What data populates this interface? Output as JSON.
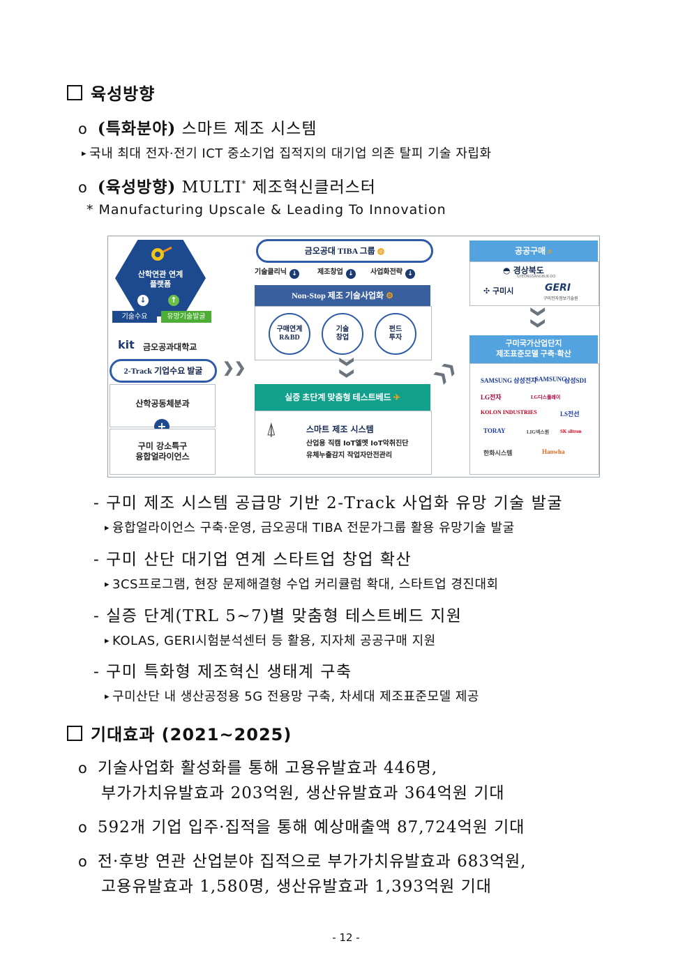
{
  "sections": {
    "direction_title": "육성방향",
    "effects_title": "기대효과 (2021~2025)"
  },
  "direction": {
    "field": {
      "label": "(특화분야)",
      "text": " 스마트 제조 시스템",
      "sub": "국내 최대 전자·전기 ICT 중소기업 집적지의 대기업 의존 탈피 기술 자립화"
    },
    "growth": {
      "label": "(육성방향)",
      "text": " MULTI",
      "sup": "*",
      "text2": " 제조혁신클러스터",
      "note": "* Manufacturing Upscale & Leading To Innovation"
    },
    "items": [
      {
        "dash": "- 구미 제조 시스템 공급망 기반 2-Track 사업화 유망 기술 발굴",
        "sub": "융합얼라이언스 구축·운영, 금오공대 TIBA 전문가그룹 활용 유망기술 발굴"
      },
      {
        "dash": "- 구미 산단 대기업 연계 스타트업 창업 확산",
        "sub": "3CS프로그램, 현장 문제해결형 수업 커리큘럼 확대, 스타트업 경진대회"
      },
      {
        "dash": "- 실증 단계(TRL 5~7)별 맞춤형 테스트베드 지원",
        "sub": "KOLAS, GERI시험분석센터 등 활용, 지자체 공공구매 지원"
      },
      {
        "dash": "- 구미 특화형 제조혁신 생태계 구축",
        "sub": "구미산단 내 생산공정용 5G 전용망 구축, 차세대 제조표준모델 제공"
      }
    ]
  },
  "diagram": {
    "hex_label_1": "산학연관 연계",
    "hex_label_2": "플랫폼",
    "tag_demand": "기술수요",
    "tag_promising": "유망기술발굴",
    "kit_logo": "kit",
    "kit_name": "금오공과대학교",
    "two_track": "2-Track 기업수요 발굴",
    "box_top": "산학공동체분과",
    "box_bottom_1": "구미 강소특구",
    "box_bottom_2": "융합얼라이언스",
    "tiba": "금오공대 TIBA 그룹",
    "steps": [
      "기술클리닉",
      "제조창업",
      "사업화전략"
    ],
    "nonstop": "Non-Stop 제조 기술사업화",
    "circles": [
      {
        "l1": "구매연계",
        "l2": "R&BD"
      },
      {
        "l1": "기술",
        "l2": "창업"
      },
      {
        "l1": "펀드",
        "l2": "투자"
      }
    ],
    "testbed": "실증 초단계 맞춤형 테스트베드",
    "smart_title": "스마트 제조 시스템",
    "smart_line1": "산업용 직캠  IoT엘멧  IoT악취진단",
    "smart_line2": "유체누출감지  작업자안전관리",
    "public_buy": "공공구매",
    "gyeongbuk": "경상북도",
    "gyeongbuk_en": "GYEONGSANGBUK-DO",
    "gumi": "구미시",
    "geri": "GERI",
    "geri_sub": "구미전자정보기술원",
    "complex_1": "구미국가산업단지",
    "complex_2": "제조표준모델 구축·확산",
    "logos": [
      "SAMSUNG 삼성전자",
      "SAMSUNG",
      "삼성SDI",
      "LG전자",
      "LG디스플레이",
      "KOLON INDUSTRIES",
      "LS전선",
      "TORAY",
      "LIG넥스원",
      "SK siltron",
      "한화시스템",
      "Hanwha"
    ]
  },
  "effects": [
    {
      "l1": "기술사업화 활성화를 통해 고용유발효과 446명,",
      "l2": "부가가치유발효과 203억원, 생산유발효과 364억원 기대"
    },
    {
      "l1": "592개 기업 입주·집적을 통해 예상매출액 87,724억원 기대",
      "l2": ""
    },
    {
      "l1": "전·후방 연관 산업분야 집적으로 부가가치유발효과 683억원,",
      "l2": "고용유발효과 1,580명, 생산유발효과 1,393억원 기대"
    }
  ],
  "page_number": "- 12 -"
}
